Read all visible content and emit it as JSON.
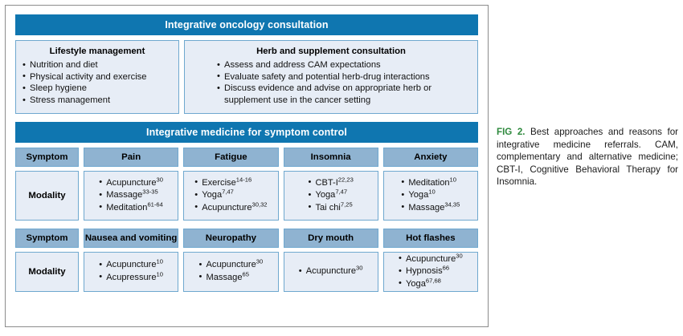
{
  "figure": {
    "header_consultation": "Integrative oncology consultation",
    "header_symptom_control": "Integrative medicine for symptom control",
    "lifestyle": {
      "title": "Lifestyle management",
      "items": [
        "Nutrition and diet",
        "Physical activity and exercise",
        "Sleep hygiene",
        "Stress management"
      ]
    },
    "herb": {
      "title": "Herb and supplement consultation",
      "items": [
        "Assess and address CAM expectations",
        "Evaluate safety and potential herb-drug interactions",
        "Discuss evidence and advise on appropriate herb or supplement use in the cancer setting"
      ]
    },
    "table_1": {
      "row_label_header": "Symptom",
      "row_label_body": "Modality",
      "columns": [
        {
          "symptom": "Pain",
          "modalities": [
            {
              "name": "Acupuncture",
              "refs": "30"
            },
            {
              "name": "Massage",
              "refs": "33-35"
            },
            {
              "name": "Meditation",
              "refs": "61-64"
            }
          ]
        },
        {
          "symptom": "Fatigue",
          "modalities": [
            {
              "name": "Exercise",
              "refs": "14-16"
            },
            {
              "name": "Yoga",
              "refs": "7,47"
            },
            {
              "name": "Acupuncture",
              "refs": "30,32"
            }
          ]
        },
        {
          "symptom": "Insomnia",
          "modalities": [
            {
              "name": "CBT-I",
              "refs": "22,23"
            },
            {
              "name": "Yoga",
              "refs": "7,47"
            },
            {
              "name": "Tai chi",
              "refs": "7,25"
            }
          ]
        },
        {
          "symptom": "Anxiety",
          "modalities": [
            {
              "name": "Meditation",
              "refs": "10"
            },
            {
              "name": "Yoga",
              "refs": "10"
            },
            {
              "name": "Massage",
              "refs": "34,35"
            }
          ]
        }
      ]
    },
    "table_2": {
      "row_label_header": "Symptom",
      "row_label_body": "Modality",
      "columns": [
        {
          "symptom": "Nausea and vomiting",
          "modalities": [
            {
              "name": "Acupuncture",
              "refs": "10"
            },
            {
              "name": "Acupressure",
              "refs": "10"
            }
          ]
        },
        {
          "symptom": "Neuropathy",
          "modalities": [
            {
              "name": "Acupuncture",
              "refs": "30"
            },
            {
              "name": "Massage",
              "refs": "65"
            }
          ]
        },
        {
          "symptom": "Dry mouth",
          "modalities": [
            {
              "name": "Acupuncture",
              "refs": "30"
            }
          ]
        },
        {
          "symptom": "Hot flashes",
          "modalities": [
            {
              "name": "Acupuncture",
              "refs": "30"
            },
            {
              "name": "Hypnosis",
              "refs": "66"
            },
            {
              "name": "Yoga",
              "refs": "67,68"
            }
          ]
        }
      ]
    }
  },
  "caption": {
    "label": "FIG 2.",
    "text": " Best approaches and reasons for integrative medicine referrals. CAM, complementary and alternative medicine; CBT-I, Cognitive Behavioral Therapy for Insomnia."
  },
  "colors": {
    "header_blue": "#0f76b0",
    "column_header_blue": "#8fb3d1",
    "cell_background": "#e7edf6",
    "cell_border": "#6fa8cf",
    "panel_border": "#8c8c8c",
    "caption_label_green": "#2f8a3e"
  }
}
